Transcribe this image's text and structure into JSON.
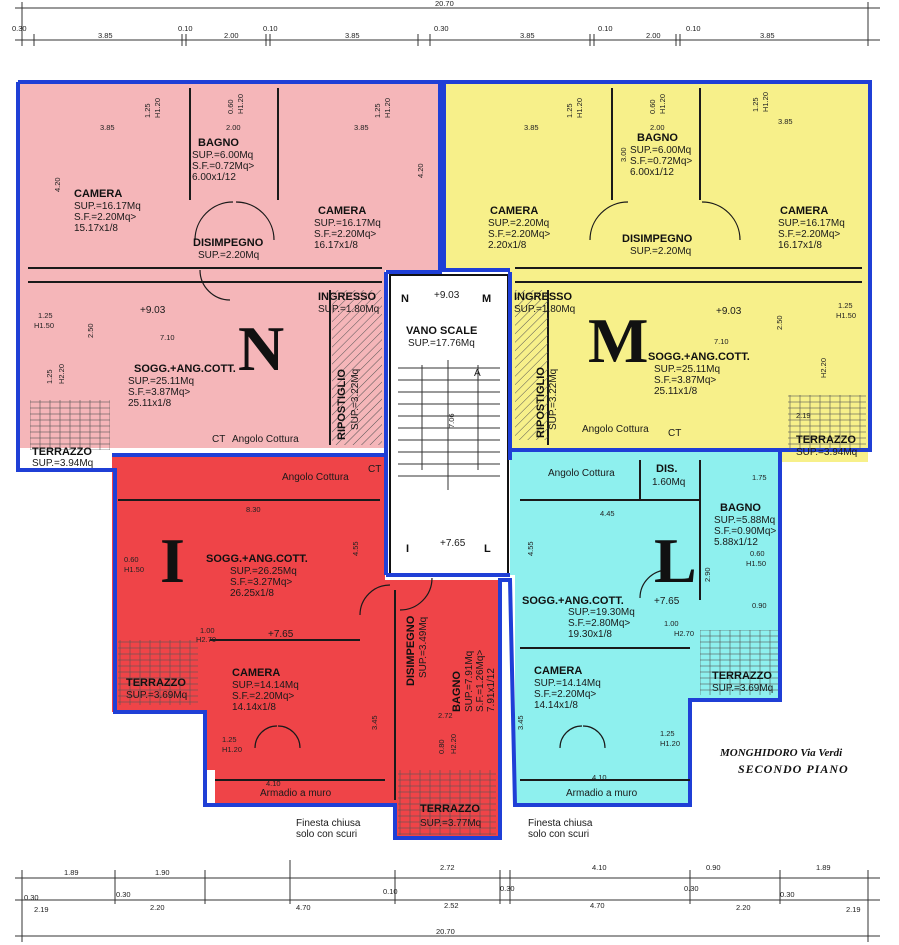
{
  "colors": {
    "unit_N": "#f5b6b9",
    "unit_M": "#f7f08a",
    "unit_I": "#ef4448",
    "unit_L": "#8ef0ee",
    "wall": "#1f3fd6",
    "stair": "#ffffff"
  },
  "caption": {
    "line1": "MONGHIDORO Via  Verdi",
    "line2": "SECONDO  PIANO"
  },
  "units": {
    "N": "N",
    "M": "M",
    "I": "I",
    "L": "L"
  },
  "top_dims": {
    "total": "20.70",
    "row1": [
      "0.30",
      "3.85",
      "0.10",
      "2.00",
      "0.10",
      "3.85",
      "0.30",
      "3.85",
      "0.10",
      "2.00",
      "0.10",
      "3.85"
    ]
  },
  "bottom_dims": {
    "total": "20.70",
    "row1": [
      "1.89",
      "1.90",
      "2.72",
      "4.10",
      "0.90",
      "1.89"
    ],
    "row2": [
      "0.30",
      "0.30",
      "0.10",
      "0.30",
      "0.30",
      "0.30"
    ],
    "row3": [
      "2.19",
      "2.20",
      "4.70",
      "2.52",
      "4.70",
      "2.20",
      "2.19"
    ]
  },
  "rooms": {
    "n_camera1": {
      "name": "CAMERA",
      "l1": "SUP.=16.17Mq",
      "l2": "S.F.=2.20Mq>",
      "l3": "15.17x1/8"
    },
    "n_bagno": {
      "name": "BAGNO",
      "l1": "SUP.=6.00Mq",
      "l2": "S.F.=0.72Mq>",
      "l3": "6.00x1/12"
    },
    "n_camera2": {
      "name": "CAMERA",
      "l1": "SUP.=16.17Mq",
      "l2": "S.F.=2.20Mq>",
      "l3": "16.17x1/8"
    },
    "n_disimpegno": {
      "name": "DISIMPEGNO",
      "l1": "SUP.=2.20Mq"
    },
    "n_ingresso": {
      "name": "INGRESSO",
      "l1": "SUP.=1.80Mq"
    },
    "n_sogg": {
      "name": "SOGG.+ANG.COTT.",
      "l1": "SUP.=25.11Mq",
      "l2": "S.F.=3.87Mq>",
      "l3": "25.11x1/8"
    },
    "n_ripost": {
      "name": "RIPOSTIGLIO",
      "l1": "SUP.=3.22Mq"
    },
    "n_terrazzo": {
      "name": "TERRAZZO",
      "l1": "SUP.=3.94Mq"
    },
    "n_angolo": "Angolo Cottura",
    "m_camera1": {
      "name": "CAMERA",
      "l1": "SUP.=2.20Mq",
      "l2": "S.F.=2.20Mq>",
      "l3": "2.20x1/8"
    },
    "m_bagno": {
      "name": "BAGNO",
      "l1": "SUP.=6.00Mq",
      "l2": "S.F.=0.72Mq>",
      "l3": "6.00x1/12"
    },
    "m_camera2": {
      "name": "CAMERA",
      "l1": "SUP.=16.17Mq",
      "l2": "S.F.=2.20Mq>",
      "l3": "16.17x1/8"
    },
    "m_disimpegno": {
      "name": "DISIMPEGNO",
      "l1": "SUP.=2.20Mq"
    },
    "m_ingresso": {
      "name": "INGRESSO",
      "l1": "SUP.=1.80Mq"
    },
    "m_sogg": {
      "name": "SOGG.+ANG.COTT.",
      "l1": "SUP.=25.11Mq",
      "l2": "S.F.=3.87Mq>",
      "l3": "25.11x1/8"
    },
    "m_ripost": {
      "name": "RIPOSTIGLIO",
      "l1": "SUP.=3.22Mq"
    },
    "m_terrazzo": {
      "name": "TERRAZZO",
      "l1": "SUP.=3.94Mq"
    },
    "m_angolo": "Angolo Cottura",
    "vano": {
      "name": "VANO SCALE",
      "l1": "SUP.=17.76Mq"
    },
    "i_sogg": {
      "name": "SOGG.+ANG.COTT.",
      "l1": "SUP.=26.25Mq",
      "l2": "S.F.=3.27Mq>",
      "l3": "26.25x1/8"
    },
    "i_camera": {
      "name": "CAMERA",
      "l1": "SUP.=14.14Mq",
      "l2": "S.F.=2.20Mq>",
      "l3": "14.14x1/8"
    },
    "i_disimpegno": {
      "name": "DISIMPEGNO",
      "l1": "SUP.=3.49Mq"
    },
    "i_bagno": {
      "name": "BAGNO",
      "l1": "SUP.=7.91Mq",
      "l2": "S.F.=1.26Mq>",
      "l3": "7.91x1/12"
    },
    "i_terrazzo1": {
      "name": "TERRAZZO",
      "l1": "SUP.=3.69Mq"
    },
    "i_terrazzo2": {
      "name": "TERRAZZO",
      "l1": "SUP.=3.77Mq"
    },
    "i_angolo": "Angolo Cottura",
    "i_armadio": "Armadio a muro",
    "l_sogg": {
      "name": "SOGG.+ANG.COTT.",
      "l1": "SUP.=19.30Mq",
      "l2": "S.F.=2.80Mq>",
      "l3": "19.30x1/8"
    },
    "l_dis": {
      "name": "DIS.",
      "l1": "1.60Mq"
    },
    "l_bagno": {
      "name": "BAGNO",
      "l1": "SUP.=5.88Mq",
      "l2": "S.F.=0.90Mq>",
      "l3": "5.88x1/12"
    },
    "l_camera": {
      "name": "CAMERA",
      "l1": "SUP.=14.14Mq",
      "l2": "S.F.=2.20Mq>",
      "l3": "14.14x1/8"
    },
    "l_terrazzo": {
      "name": "TERRAZZO",
      "l1": "SUP.=3.69Mq"
    },
    "l_angolo": "Angolo Cottura",
    "l_armadio": "Armadio a muro"
  },
  "levels": {
    "n": "+9.03",
    "stair_top": "+9.03",
    "m": "+9.03",
    "stair_bottom": "+7.65",
    "i": "+7.65",
    "l": "+7.65"
  },
  "misc": {
    "finestra1": "Finesta chiusa",
    "finestra1b": "solo con scuri",
    "finestra2": "Finesta chiusa",
    "finestra2b": "solo con scuri",
    "ct": "CT",
    "stair_n": "N",
    "stair_m": "M",
    "stair_i": "I",
    "stair_l": "L",
    "stair_mid": "7.06",
    "stair_a": "A",
    "h150": "H1.50",
    "h120": "H1.20",
    "h220": "H2.20",
    "h270": "H2.70",
    "d125": "1.25",
    "d060": "0.60",
    "d100": "1.00",
    "d090": "0.90",
    "d250": "2.50",
    "d420": "4.20",
    "d710": "7.10",
    "d385": "3.85",
    "d200": "2.00",
    "d300": "3.00",
    "d830": "8.30",
    "d455": "4.55",
    "d445": "4.45",
    "d410": "4.10",
    "d272": "2.72",
    "d345": "3.45",
    "d175": "1.75",
    "d219": "2.19",
    "d290": "2.90",
    "d080": "0.80"
  }
}
